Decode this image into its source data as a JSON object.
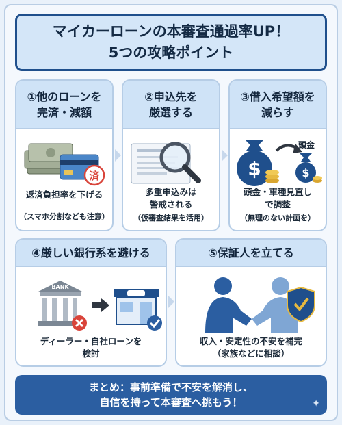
{
  "title": {
    "line1": "マイカーローンの本審査通過率UP！",
    "line2": "5つの攻略ポイント"
  },
  "cards": [
    {
      "heading": [
        "①他のローンを",
        "完済・減額"
      ],
      "text": "返済負担率を下げる",
      "note": "（スマホ分割なども注意）",
      "stamp": "済",
      "icon": "money-and-card-icon"
    },
    {
      "heading": [
        "②申込先を",
        "厳選する"
      ],
      "text": [
        "多重申込みは",
        "警戒される"
      ],
      "note": "（仮審査結果を活用）",
      "icon": "magnifier-document-icon"
    },
    {
      "heading": [
        "③借入希望額を",
        "減らす"
      ],
      "text": [
        "頭金・車種見直し",
        "で調整"
      ],
      "note": "（無理のない計画を）",
      "icon_label": "頭金",
      "icon": "money-bag-icon"
    },
    {
      "heading": [
        "④厳しい銀行系を避ける"
      ],
      "text": [
        "ディーラー・自社ローンを",
        "検討"
      ],
      "bank_label": "BANK",
      "icon": "bank-to-dealer-icon"
    },
    {
      "heading": [
        "⑤保証人を立てる"
      ],
      "text": [
        "収入・安定性の不安を補完",
        "（家族などに相談）"
      ],
      "icon": "handshake-shield-icon"
    }
  ],
  "summary": {
    "line1": "まとめ：事前準備で不安を解消し、",
    "line2": "自信を持って本審査へ挑もう！"
  },
  "colors": {
    "navy": "#1f4f8c",
    "light_blue": "#cfe3f7",
    "accent_red": "#d9443a",
    "summary_bg": "#2b5ea1"
  }
}
